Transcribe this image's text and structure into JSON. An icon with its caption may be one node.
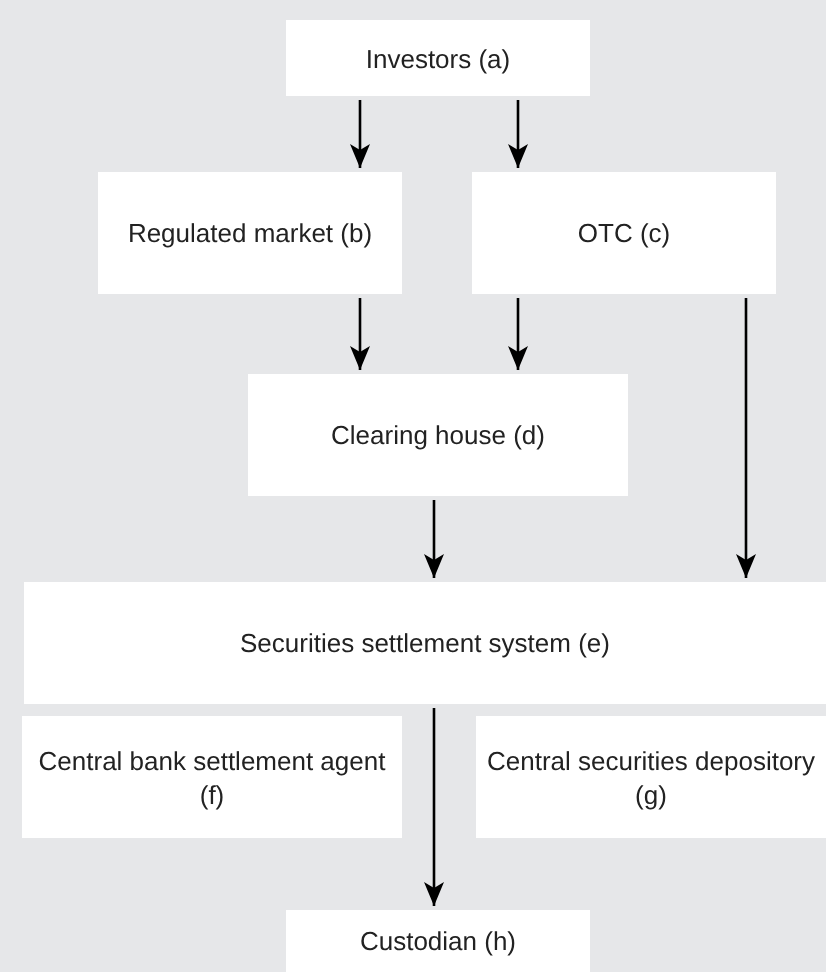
{
  "diagram": {
    "nodes": [
      {
        "text": [
          "Investors (a)"
        ]
      },
      {
        "text": [
          "Regulated market (b)"
        ]
      },
      {
        "text": [
          "OTC (c)"
        ]
      },
      {
        "text": [
          "Clearing house (d)"
        ]
      },
      {
        "text": [
          "Securities settlement system (e)"
        ]
      },
      {
        "text": [
          "Central bank settlement agent (f)"
        ]
      },
      {
        "text": [
          "Central securities depository (g)"
        ]
      },
      {
        "text": [
          "Custodian (h)"
        ]
      }
    ],
    "edges": [
      {
        "from": 0,
        "to": 1,
        "arrow": "to"
      },
      {
        "from": 0,
        "to": 2,
        "arrow": "to"
      },
      {
        "from": 1,
        "to": 3,
        "arrow": "to"
      },
      {
        "from": 2,
        "to": 3,
        "arrow": "to"
      },
      {
        "from": 2,
        "to": 4,
        "arrow": "to"
      },
      {
        "from": 3,
        "to": 4,
        "arrow": "to"
      },
      {
        "from": 4,
        "to": 7,
        "arrow": "to"
      }
    ]
  }
}
